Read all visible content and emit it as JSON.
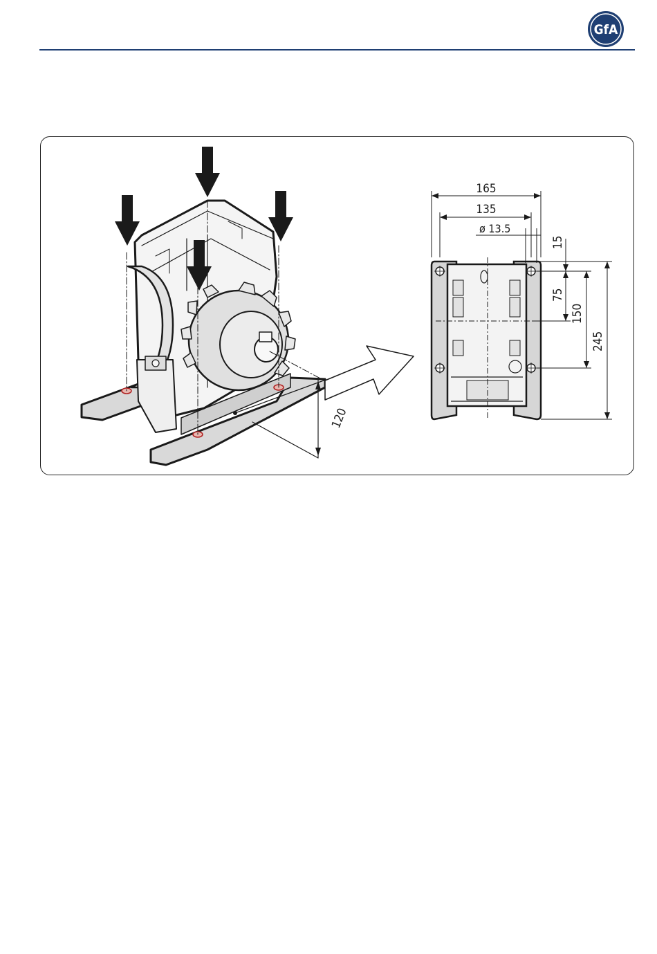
{
  "header": {
    "logo_text": "GfA",
    "brand_color": "#1f3f73"
  },
  "figure": {
    "labels": {
      "height_offset": "120",
      "width_outer": "165",
      "width_inner": "135",
      "hole_diameter": "ø 13.5",
      "top_offset": "15",
      "half_spacing": "75",
      "hole_spacing": "150",
      "total_length": "245"
    },
    "icons": [
      "down-arrow-icon",
      "direction-arrow-icon"
    ]
  }
}
